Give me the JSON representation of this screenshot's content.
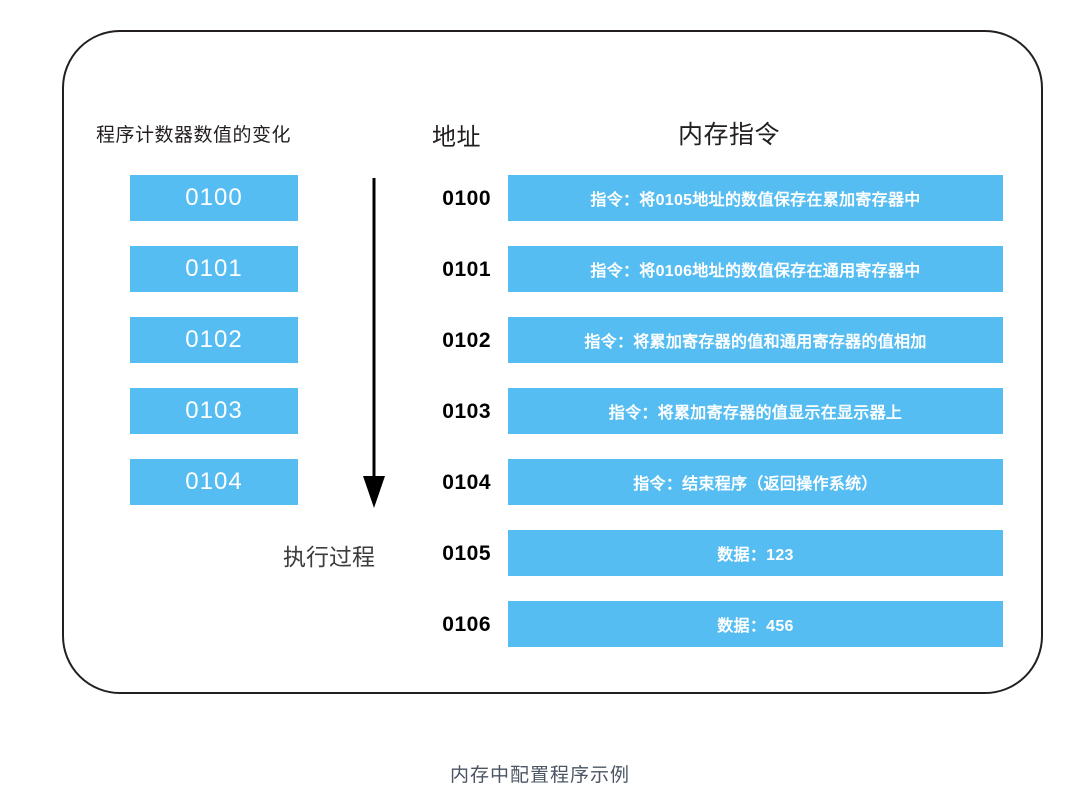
{
  "figure": {
    "caption": "内存中配置程序示例",
    "accent_color": "#56bdf2",
    "frame_color": "#231f20",
    "caption_color": "#4b5563"
  },
  "headers": {
    "program_counter": "程序计数器数值的变化",
    "address": "地址",
    "memory": "内存指令"
  },
  "arrow": {
    "label": "执行过程",
    "icon": "arrow-down-icon"
  },
  "program_counter_values": [
    "0100",
    "0101",
    "0102",
    "0103",
    "0104"
  ],
  "memory_rows": [
    {
      "address": "0100",
      "content": "指令：将0105地址的数值保存在累加寄存器中"
    },
    {
      "address": "0101",
      "content": "指令：将0106地址的数值保存在通用寄存器中"
    },
    {
      "address": "0102",
      "content": "指令：将累加寄存器的值和通用寄存器的值相加"
    },
    {
      "address": "0103",
      "content": "指令：将累加寄存器的值显示在显示器上"
    },
    {
      "address": "0104",
      "content": "指令：结束程序（返回操作系统）"
    },
    {
      "address": "0105",
      "content": "数据：123"
    },
    {
      "address": "0106",
      "content": "数据：456"
    }
  ]
}
